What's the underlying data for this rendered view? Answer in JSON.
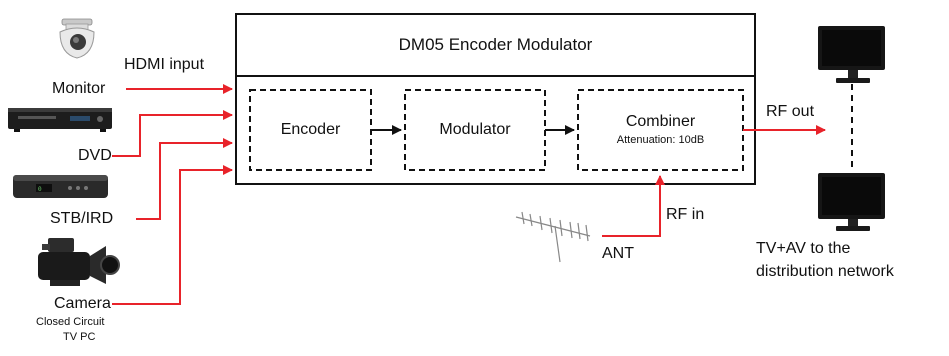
{
  "title": "DM05 Encoder Modulator",
  "blocks": {
    "encoder": "Encoder",
    "modulator": "Modulator",
    "combiner": "Combiner",
    "combiner_note": "Attenuation: 10dB"
  },
  "inputs": {
    "hdmi_label": "HDMI input",
    "monitor": "Monitor",
    "dvd": "DVD",
    "stb": "STB/IRD",
    "camera": "Camera",
    "camera_sub1": "Closed Circuit",
    "camera_sub2": "TV PC"
  },
  "rf": {
    "rf_out": "RF out",
    "rf_in": "RF in",
    "ant": "ANT"
  },
  "output": {
    "line1": "TV+AV to the",
    "line2": "distribution network"
  },
  "colors": {
    "signal": "#e8232a",
    "frame": "#111111"
  },
  "icons": [
    "camera-dome-icon",
    "dvd-player-icon",
    "set-top-box-icon",
    "camcorder-icon",
    "antenna-icon",
    "tv-monitor-icon"
  ]
}
